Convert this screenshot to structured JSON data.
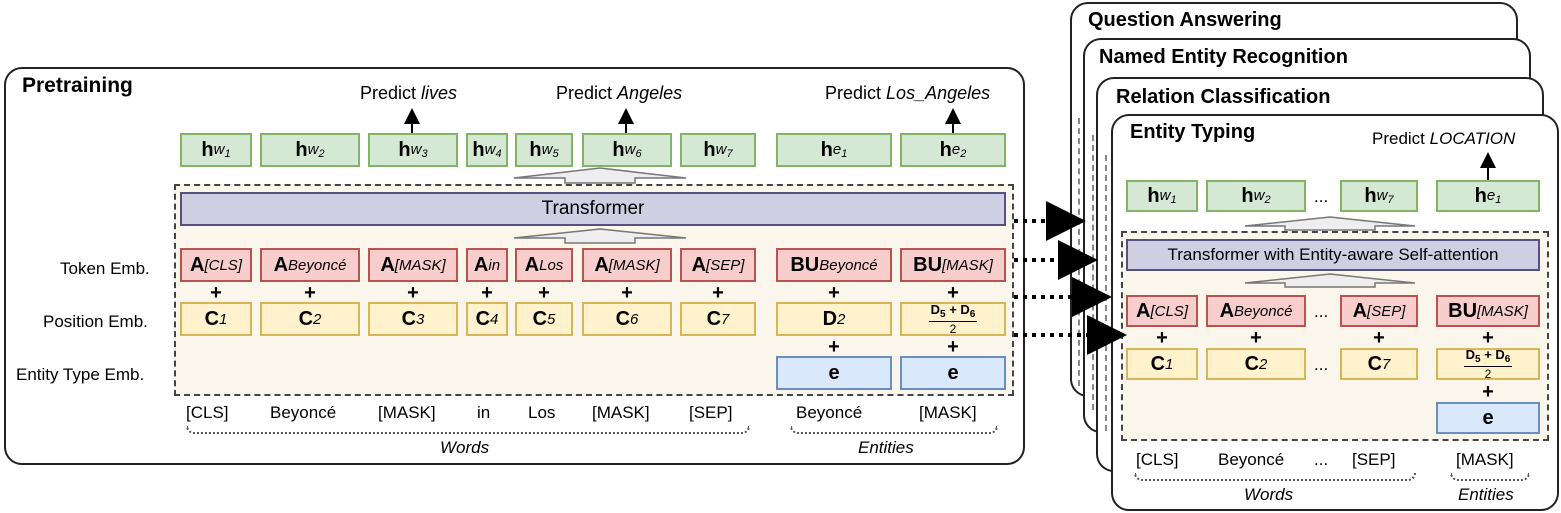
{
  "pretraining": {
    "title": "Pretraining",
    "predict_label": "Predict",
    "predictions": [
      "lives",
      "Angeles",
      "Los_Angeles"
    ],
    "transformer": "Transformer",
    "row_labels": [
      "Token Emb.",
      "Position Emb.",
      "Entity Type Emb."
    ],
    "hidden": [
      {
        "sym": "h",
        "sub": "w1"
      },
      {
        "sym": "h",
        "sub": "w2"
      },
      {
        "sym": "h",
        "sub": "w3"
      },
      {
        "sym": "h",
        "sub": "w4"
      },
      {
        "sym": "h",
        "sub": "w5"
      },
      {
        "sym": "h",
        "sub": "w6"
      },
      {
        "sym": "h",
        "sub": "w7"
      },
      {
        "sym": "h",
        "sub": "e1"
      },
      {
        "sym": "h",
        "sub": "e2"
      }
    ],
    "token_emb": [
      {
        "sym": "A",
        "sub": "[CLS]"
      },
      {
        "sym": "A",
        "sub": "Beyoncé"
      },
      {
        "sym": "A",
        "sub": "[MASK]"
      },
      {
        "sym": "A",
        "sub": "in"
      },
      {
        "sym": "A",
        "sub": "Los"
      },
      {
        "sym": "A",
        "sub": "[MASK]"
      },
      {
        "sym": "A",
        "sub": "[SEP]"
      },
      {
        "sym": "BU",
        "sub": "Beyoncé"
      },
      {
        "sym": "BU",
        "sub": "[MASK]"
      }
    ],
    "position_emb": [
      {
        "sym": "C",
        "sub": "1"
      },
      {
        "sym": "C",
        "sub": "2"
      },
      {
        "sym": "C",
        "sub": "3"
      },
      {
        "sym": "C",
        "sub": "4"
      },
      {
        "sym": "C",
        "sub": "5"
      },
      {
        "sym": "C",
        "sub": "6"
      },
      {
        "sym": "C",
        "sub": "7"
      },
      {
        "sym": "D",
        "sub": "2"
      }
    ],
    "fraction": {
      "num_a": "D",
      "sub_a": "5",
      "plus": " + ",
      "num_b": "D",
      "sub_b": "6",
      "den": "2"
    },
    "entity_type": [
      "e",
      "e"
    ],
    "words": [
      "[CLS]",
      "Beyoncé",
      "[MASK]",
      "in",
      "Los",
      "[MASK]",
      "[SEP]",
      "Beyoncé",
      "[MASK]"
    ],
    "group_words": "Words",
    "group_entities": "Entities"
  },
  "tasks": [
    "Question Answering",
    "Named Entity Recognition",
    "Relation Classification"
  ],
  "entity_typing": {
    "title": "Entity Typing",
    "predict_label": "Predict",
    "prediction": "LOCATION",
    "transformer": "Transformer with Entity-aware Self-attention",
    "ellipsis": "...",
    "hidden": [
      {
        "sym": "h",
        "sub": "w1"
      },
      {
        "sym": "h",
        "sub": "w2"
      },
      {
        "sym": "h",
        "sub": "w7"
      },
      {
        "sym": "h",
        "sub": "e1"
      }
    ],
    "token_emb": [
      {
        "sym": "A",
        "sub": "[CLS]"
      },
      {
        "sym": "A",
        "sub": "Beyoncé"
      },
      {
        "sym": "A",
        "sub": "[SEP]"
      },
      {
        "sym": "BU",
        "sub": "[MASK]"
      }
    ],
    "position_emb": [
      {
        "sym": "C",
        "sub": "1"
      },
      {
        "sym": "C",
        "sub": "2"
      },
      {
        "sym": "C",
        "sub": "7"
      }
    ],
    "fraction": {
      "num_a": "D",
      "sub_a": "5",
      "plus": " + ",
      "num_b": "D",
      "sub_b": "6",
      "den": "2"
    },
    "entity_type": "e",
    "words": [
      "[CLS]",
      "Beyoncé",
      "[SEP]",
      "[MASK]"
    ],
    "group_words": "Words",
    "group_entities": "Entities"
  }
}
